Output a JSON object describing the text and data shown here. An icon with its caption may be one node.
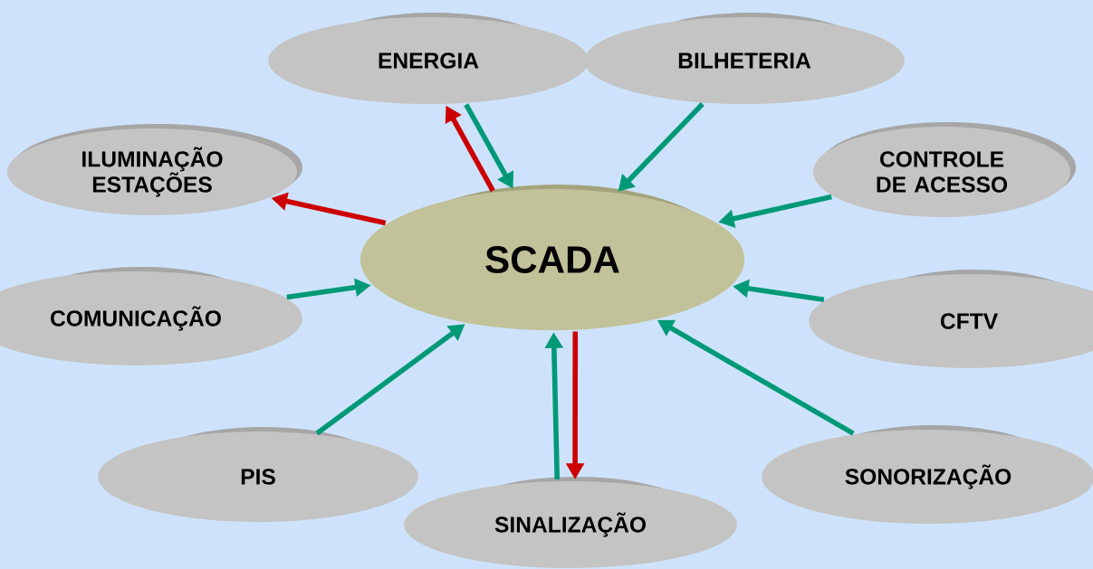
{
  "diagram": {
    "nodes": [
      {
        "text": [
          "SCADA"
        ]
      },
      {
        "text": [
          "ENERGIA"
        ]
      },
      {
        "text": [
          "BILHETERIA"
        ]
      },
      {
        "text": [
          "ILUMINAÇÃO ESTAÇÕES"
        ]
      },
      {
        "text": [
          "CONTROLE DE ACESSO"
        ]
      },
      {
        "text": [
          "COMUNICAÇÃO"
        ]
      },
      {
        "text": [
          "CFTV"
        ]
      },
      {
        "text": [
          "PIS"
        ]
      },
      {
        "text": [
          "SONORIZAÇÃO"
        ]
      },
      {
        "text": [
          "SINALIZAÇÃO"
        ]
      }
    ],
    "edges": [
      {
        "from": 0,
        "to": 1,
        "arrow": "to",
        "color": "#cc0000"
      },
      {
        "from": 1,
        "to": 0,
        "arrow": "to"
      },
      {
        "from": 2,
        "to": 0,
        "arrow": "to"
      },
      {
        "from": 0,
        "to": 3,
        "arrow": "to",
        "color": "#cc0000"
      },
      {
        "from": 4,
        "to": 0,
        "arrow": "to"
      },
      {
        "from": 5,
        "to": 0,
        "arrow": "to"
      },
      {
        "from": 6,
        "to": 0,
        "arrow": "to"
      },
      {
        "from": 7,
        "to": 0,
        "arrow": "to"
      },
      {
        "from": 8,
        "to": 0,
        "arrow": "to"
      },
      {
        "from": 9,
        "to": 0,
        "arrow": "to"
      },
      {
        "from": 0,
        "to": 9,
        "arrow": "to",
        "color": "#cc0000"
      }
    ]
  }
}
